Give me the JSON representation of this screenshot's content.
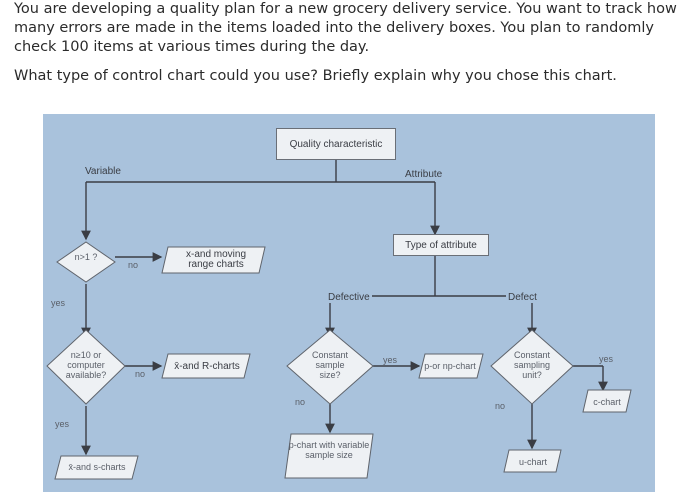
{
  "question": {
    "paragraph1": "You are developing a quality plan for a new grocery delivery service. You want to track how many errors are made in the items loaded into the delivery boxes. You plan to randomly check 100 items at various times during the day.",
    "paragraph2": "What type of control chart could you use? Briefly explain why you chose this chart."
  },
  "flowchart": {
    "root": "Quality characteristic",
    "variable": "Variable",
    "attribute": "Attribute",
    "n_gt_1": "n>1 ?",
    "no_1": "no",
    "x_moving_range": "x-and moving range charts",
    "yes_1": "yes",
    "n_ge_10": "n≥10 or computer available?",
    "no_2": "no",
    "x_r_charts": "x̄-and R-charts",
    "yes_2": "yes",
    "x_s_charts": "x̄-and s-charts",
    "type_of_attribute": "Type of attribute",
    "defective": "Defective",
    "defect": "Defect",
    "constant_sample_size": "Constant sample size?",
    "yes_3": "yes",
    "p_or_np_chart": "p-or np-chart",
    "no_3": "no",
    "p_chart_variable": "p-chart with variable sample size",
    "constant_sampling_unit": "Constant sampling unit?",
    "yes_4": "yes",
    "c_chart": "c-chart",
    "no_4": "no",
    "u_chart": "u-chart"
  }
}
